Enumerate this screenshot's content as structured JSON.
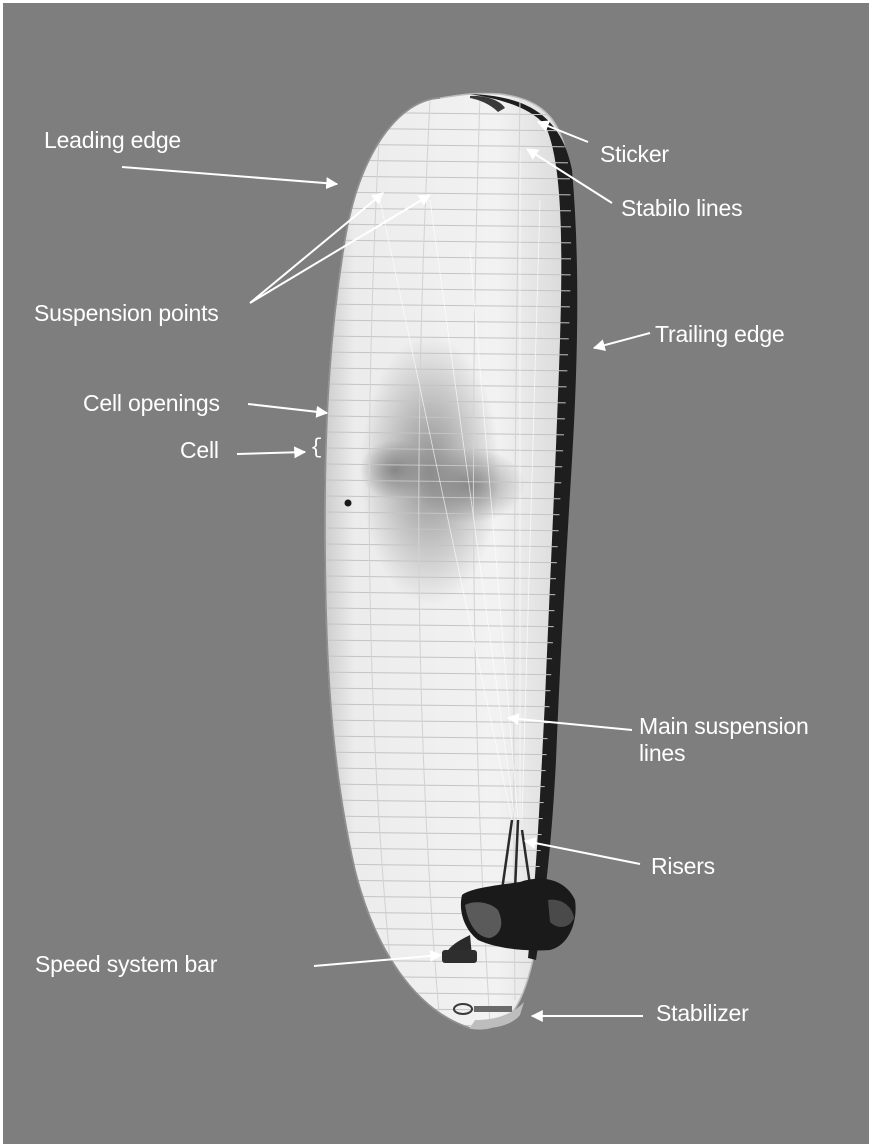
{
  "colors": {
    "sky": "#7e7e7e",
    "canopy": "#efefef",
    "canopy_shade": "#cfcfcf",
    "trailing_edge": "#1e1e1e",
    "label_text": "#ffffff",
    "arrow": "#ffffff"
  },
  "labels": {
    "leading_edge": "Leading edge",
    "suspension_points": "Suspension points",
    "cell_openings": "Cell openings",
    "cell": "Cell",
    "cell_brace": "{",
    "sticker": "Sticker",
    "stabilo_lines": "Stabilo lines",
    "trailing_edge": "Trailing edge",
    "main_suspension_lines": "Main suspension\nlines",
    "risers": "Risers",
    "speed_system_bar": "Speed system bar",
    "stabilizer": "Stabilizer"
  }
}
